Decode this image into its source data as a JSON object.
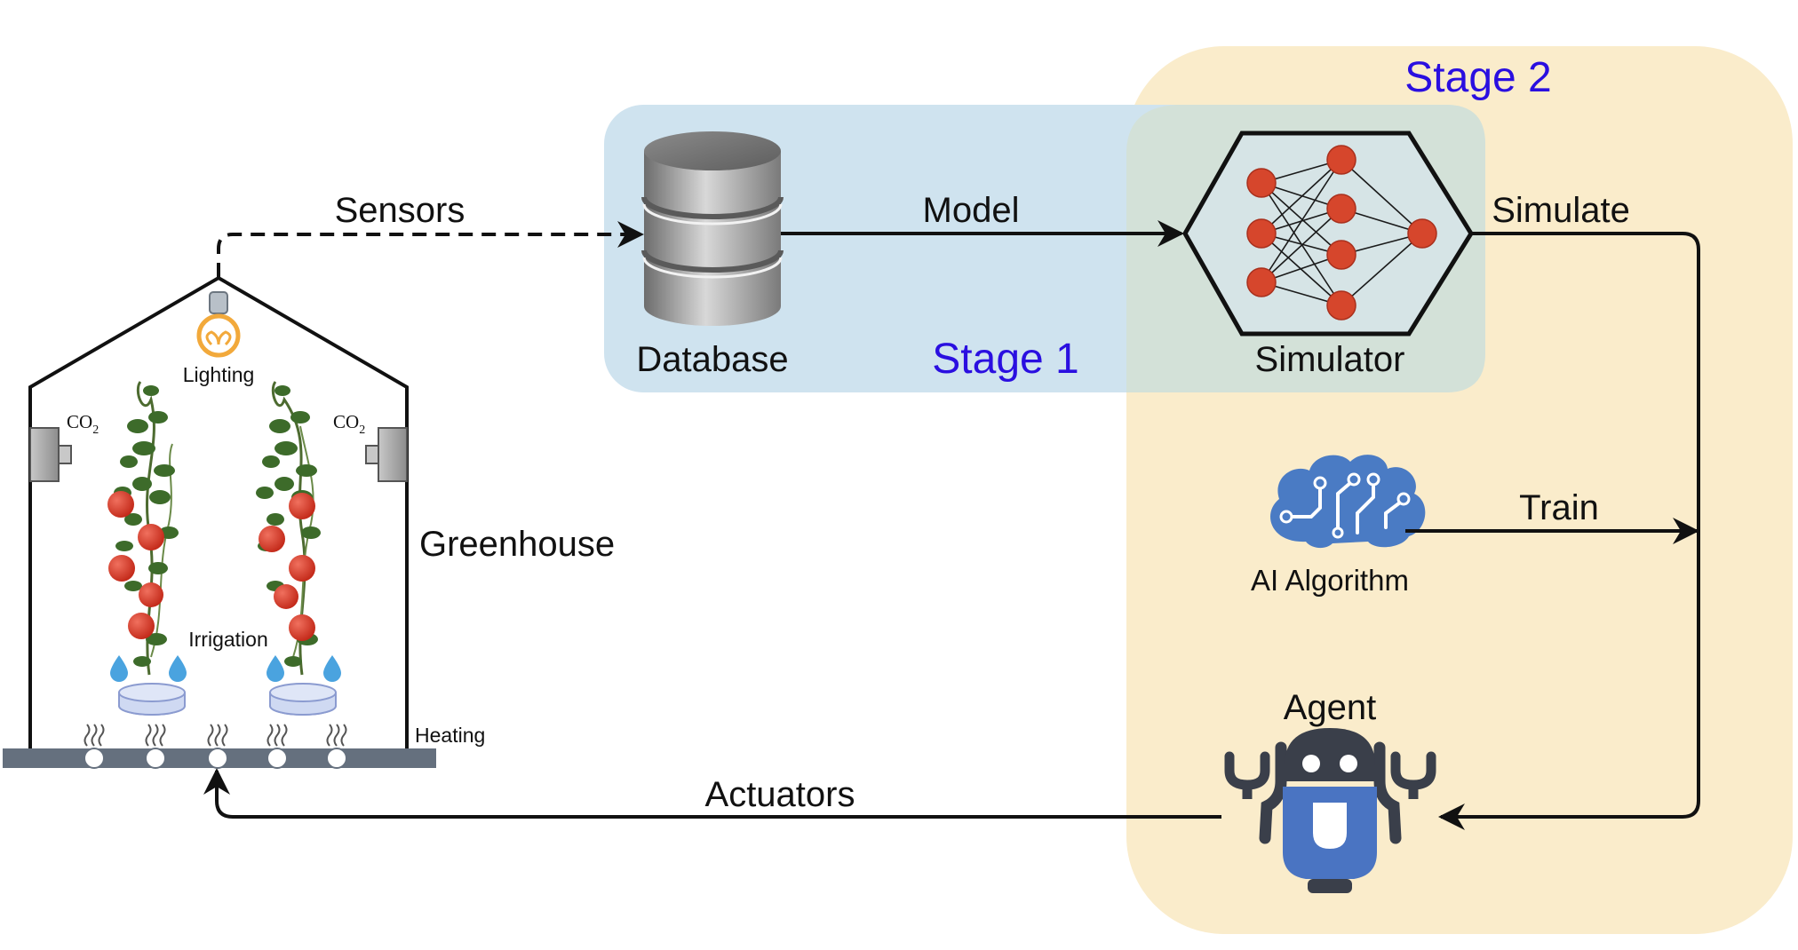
{
  "labels": {
    "stage1": "Stage 1",
    "stage2": "Stage 2",
    "database": "Database",
    "model": "Model",
    "simulator": "Simulator",
    "simulate": "Simulate",
    "sensors": "Sensors",
    "train": "Train",
    "ai_algorithm": "AI Algorithm",
    "agent": "Agent",
    "actuators": "Actuators",
    "greenhouse": "Greenhouse",
    "lighting": "Lighting",
    "irrigation": "Irrigation",
    "heating": "Heating",
    "co2_left": "CO",
    "co2_right": "CO",
    "co2_subscript": "2"
  },
  "colors": {
    "stage1_region": "#cfe3ef",
    "stage2_region": "#faeccb",
    "overlap_region": "#d3e1d8",
    "stage_label": "#2a0fe0",
    "neuron": "#d6462c",
    "brain_icon": "#4a7bc4",
    "agent_body": "#4a74c2",
    "agent_head": "#3a3f4a",
    "tomato": "#d23a2a",
    "leaf": "#3d6b2a",
    "ground": "#65707e",
    "bulb": "#f2a93b",
    "water_drop": "#4aa3df"
  },
  "icons": {
    "database": "database-cylinder-icon",
    "simulator": "neural-network-icon",
    "ai_algorithm": "brain-circuit-icon",
    "agent": "robot-icon",
    "lighting": "light-bulb-icon",
    "irrigation": "water-drop-icon",
    "heating": "heat-wave-icon",
    "co2": "co2-sensor-icon"
  }
}
